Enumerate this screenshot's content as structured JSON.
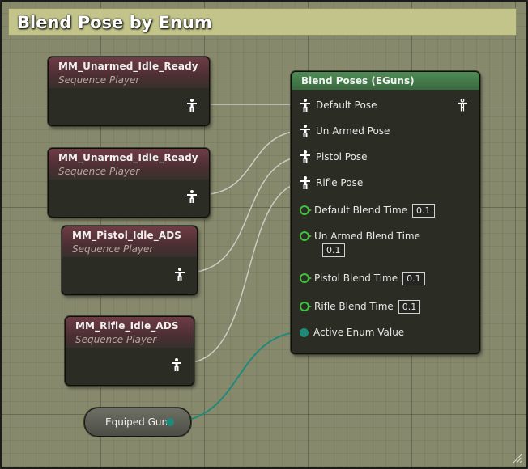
{
  "graph": {
    "title": "Blend Pose by Enum"
  },
  "sequence_nodes": [
    {
      "name": "MM_Unarmed_Idle_Ready",
      "subtitle": "Sequence Player"
    },
    {
      "name": "MM_Unarmed_Idle_Ready",
      "subtitle": "Sequence Player"
    },
    {
      "name": "MM_Pistol_Idle_ADS",
      "subtitle": "Sequence Player"
    },
    {
      "name": "MM_Rifle_Idle_ADS",
      "subtitle": "Sequence Player"
    }
  ],
  "blend_node": {
    "title": "Blend Poses (EGuns)",
    "pose_pins": [
      "Default Pose",
      "Un Armed Pose",
      "Pistol Pose",
      "Rifle Pose"
    ],
    "blend_time_pins": [
      {
        "label": "Default Blend Time",
        "value": "0.1"
      },
      {
        "label": "Un Armed Blend Time",
        "value": "0.1"
      },
      {
        "label": "Pistol Blend Time",
        "value": "0.1"
      },
      {
        "label": "Rifle Blend Time",
        "value": "0.1"
      }
    ],
    "enum_pin": "Active Enum Value"
  },
  "variable_node": {
    "label": "Equiped Gun"
  },
  "colors": {
    "blend_header": "#4f8a55",
    "sequence_header": "#6e3c44",
    "enum_wire": "#1f8a7a",
    "pose_wire": "#d8d8d0",
    "exec_pin": "#3cc43c"
  },
  "icons": [
    "pose-figure-icon",
    "pose-output-icon",
    "float-pin-icon",
    "enum-pin-icon",
    "resize-grip-icon"
  ]
}
